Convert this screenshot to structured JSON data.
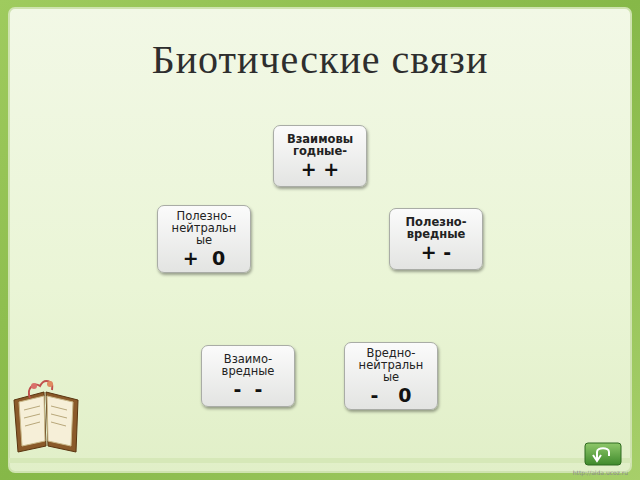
{
  "diagram": {
    "title": "Биотические  связи",
    "nodes": [
      {
        "text": [
          "Взаимовы годные-",
          "+ +"
        ]
      },
      {
        "text": [
          "Полезно- нейтральн ые",
          "+  0"
        ]
      },
      {
        "text": [
          "Полезно- вредные",
          "+ -"
        ]
      },
      {
        "text": [
          "Взаимо- вредные",
          "-  -"
        ]
      },
      {
        "text": [
          "Вредно- нейтральн ые",
          "-   0"
        ]
      }
    ],
    "labels": [
      "http://aida.ucoz.ru"
    ]
  }
}
